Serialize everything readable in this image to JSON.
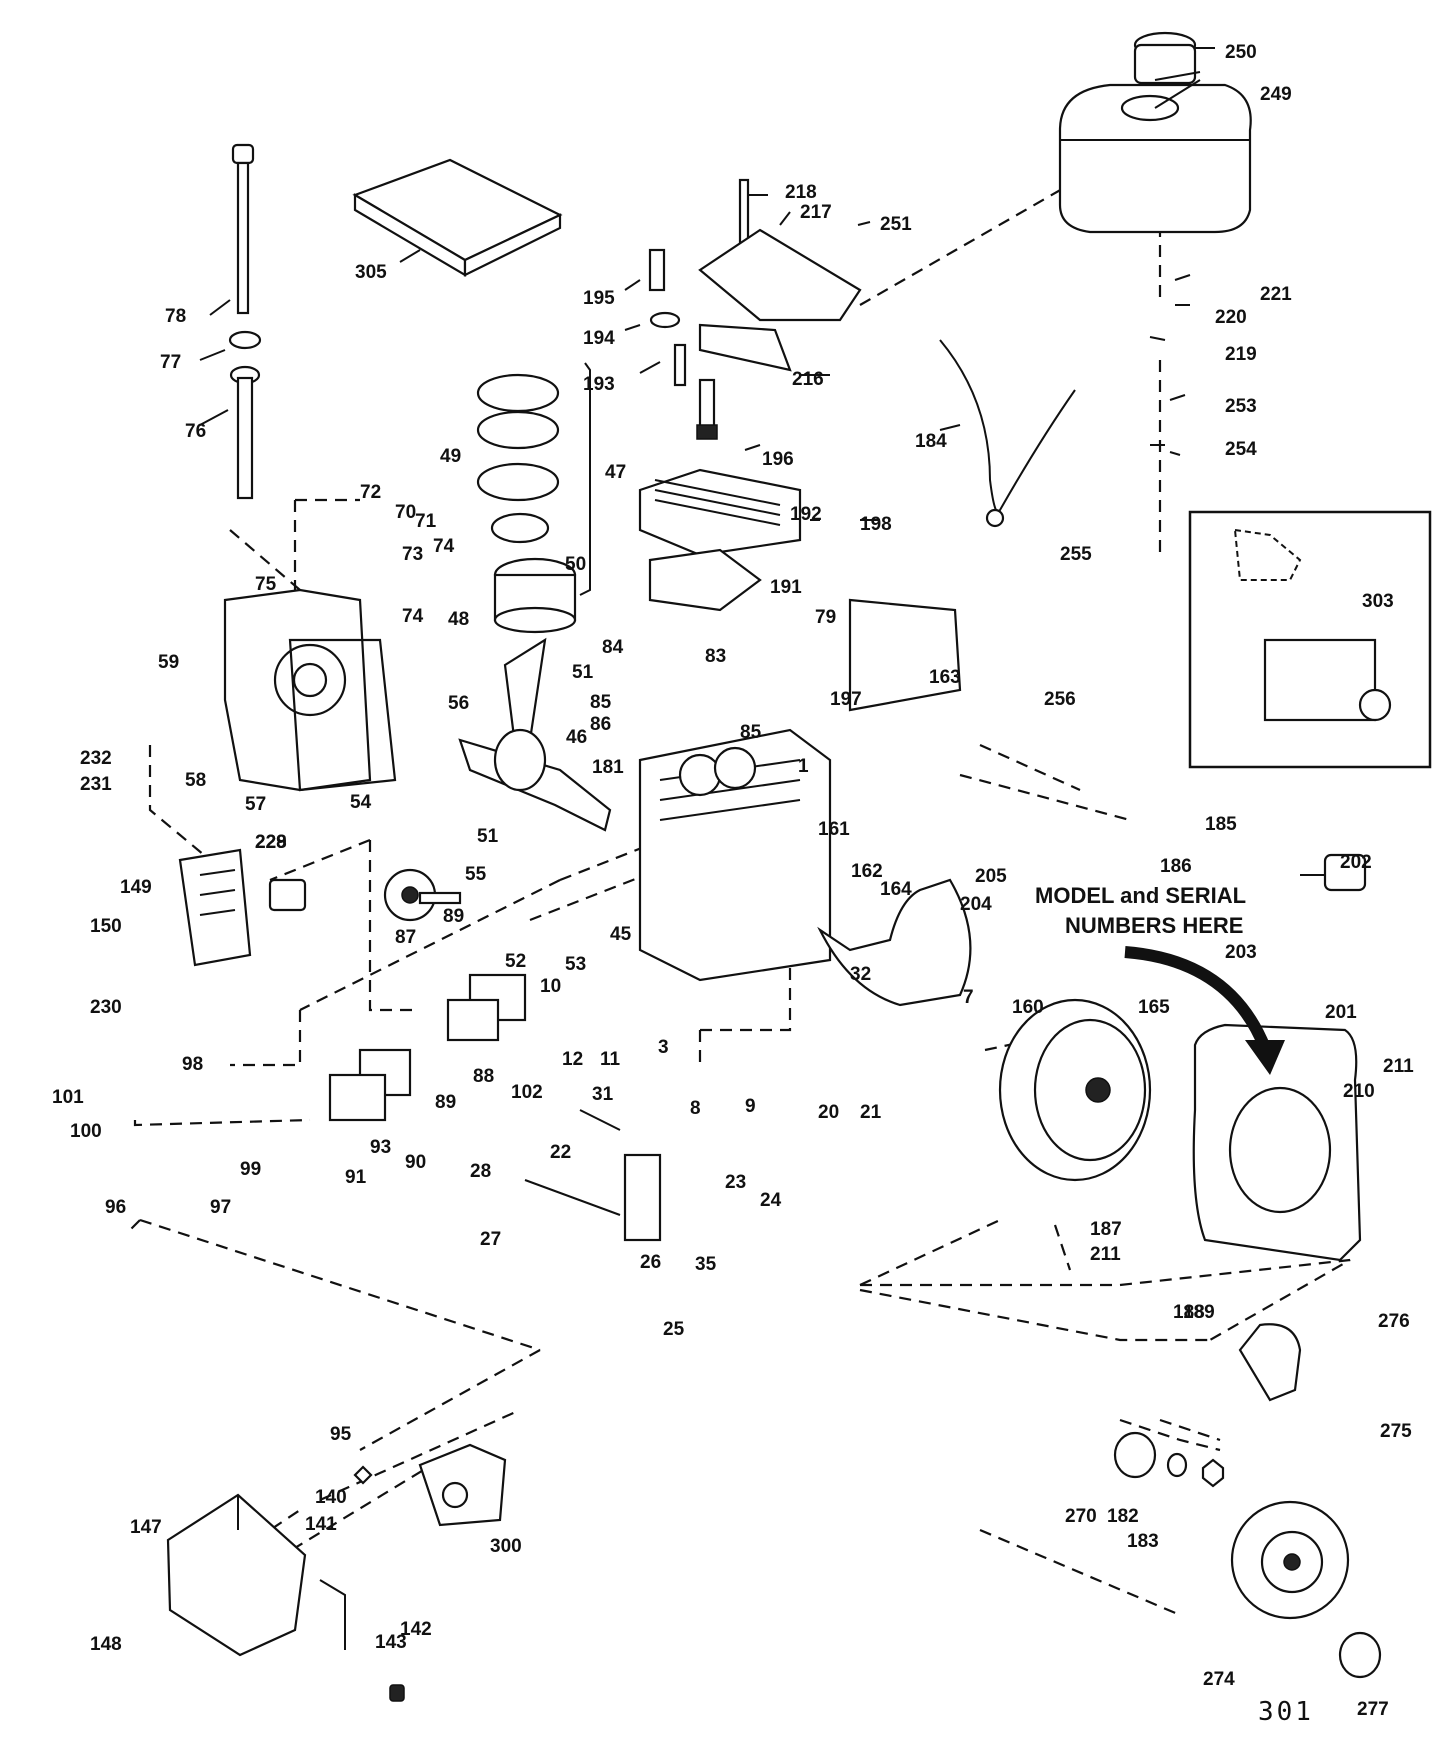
{
  "note": [
    "MODEL and SERIAL",
    "NUMBERS HERE"
  ],
  "page_number": "301",
  "labels": [
    "250",
    "249",
    "218",
    "217",
    "251",
    "305",
    "195",
    "194",
    "193",
    "216",
    "221",
    "220",
    "219",
    "253",
    "254",
    "184",
    "78",
    "77",
    "76",
    "196",
    "192",
    "198",
    "72",
    "70",
    "71",
    "74",
    "73",
    "74",
    "75",
    "49",
    "47",
    "50",
    "48",
    "191",
    "79",
    "255",
    "303",
    "256",
    "59",
    "56",
    "51",
    "84",
    "83",
    "197",
    "85",
    "86",
    "85",
    "232",
    "231",
    "58",
    "57",
    "46",
    "54",
    "181",
    "1",
    "163",
    "185",
    "162",
    "161",
    "164",
    "186",
    "229",
    "228",
    "149",
    "150",
    "51",
    "55",
    "205",
    "204",
    "202",
    "52",
    "53",
    "45",
    "203",
    "89",
    "87",
    "10",
    "32",
    "7",
    "160",
    "165",
    "201",
    "230",
    "12",
    "11",
    "3",
    "88",
    "102",
    "89",
    "8",
    "9",
    "20",
    "21",
    "211",
    "210",
    "98",
    "101",
    "100",
    "31",
    "90",
    "93",
    "91",
    "99",
    "97",
    "96",
    "22",
    "28",
    "23",
    "24",
    "187",
    "211",
    "188",
    "189",
    "27",
    "26",
    "35",
    "25",
    "276",
    "95",
    "275",
    "140",
    "141",
    "300",
    "147",
    "270",
    "182",
    "183",
    "142",
    "148",
    "143",
    "274",
    "277"
  ]
}
